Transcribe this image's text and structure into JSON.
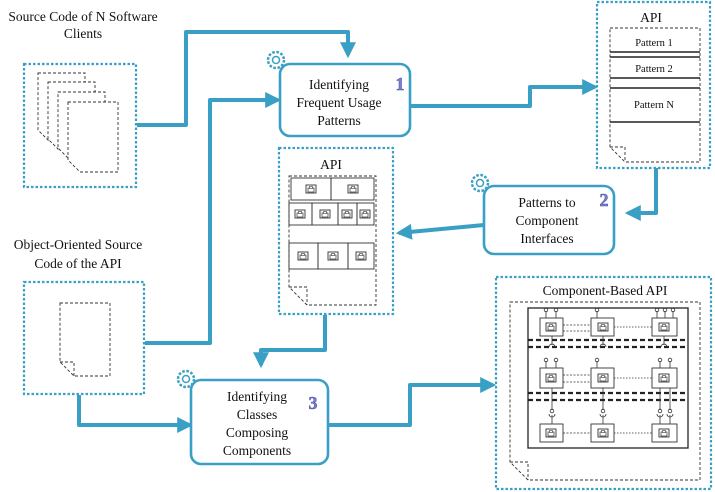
{
  "inputs": {
    "clients_label_line1": "Source Code of N Software",
    "clients_label_line2": "Clients",
    "api_source_label_line1": "Object-Oriented Source",
    "api_source_label_line2": "Code of the API"
  },
  "steps": [
    {
      "number": "1",
      "line1": "Identifying",
      "line2": "Frequent Usage",
      "line3": "Patterns"
    },
    {
      "number": "2",
      "line1": "Patterns to",
      "line2": "Component",
      "line3": "Interfaces"
    },
    {
      "number": "3",
      "line1": "Identifying",
      "line2": "Classes",
      "line3": "Composing",
      "line4": "Components"
    }
  ],
  "api_patterns": {
    "title": "API",
    "patterns": [
      "Pattern 1",
      "Pattern 2",
      "Pattern N"
    ]
  },
  "api_components": {
    "title": "API"
  },
  "component_based_api": {
    "title": "Component-Based API"
  },
  "colors": {
    "flow": "#3a9fc4",
    "box_border": "#3a9fc4",
    "step_number": "#7b7fd0"
  },
  "icons": {
    "step_icon": "gear-icon",
    "component": "component-icon",
    "document": "document-icon"
  }
}
